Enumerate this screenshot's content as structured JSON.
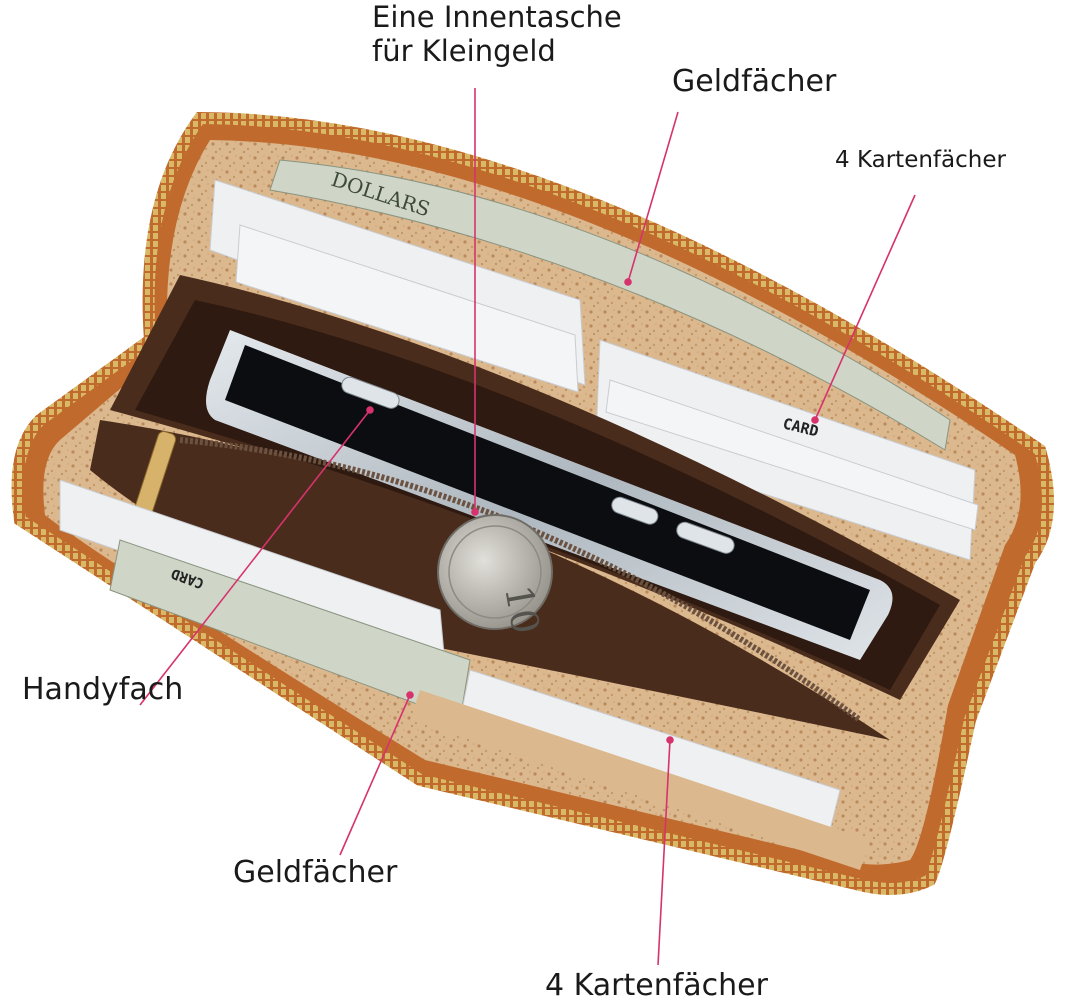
{
  "image": {
    "subject": "cork-zip-wallet-open",
    "colors": {
      "cork": "#d9b48a",
      "cork_dark": "#b98a5c",
      "zipper_tape": "#c06a2e",
      "zipper_teeth": "#d9b866",
      "lining": "#4a2c1c",
      "phone_frame": "#c7cfd6",
      "phone_screen": "#0c0d10",
      "coin": "#b9b6ad",
      "card": "#eef0f2",
      "banknote": "#cfd6c8",
      "pointer_line": "#d6336c"
    }
  },
  "labels": {
    "coin_pocket_line1": "Eine Innentasche",
    "coin_pocket_line2": "für Kleingeld",
    "money_top": "Geldfächer",
    "cards_top": "4 Kartenfächer",
    "phone": "Handyfach",
    "money_bottom": "Geldfächer",
    "cards_bottom": "4 Kartenfächer"
  },
  "printed": {
    "card_top": "CARD",
    "card_bottom": "CARD",
    "coin_value": "10"
  }
}
